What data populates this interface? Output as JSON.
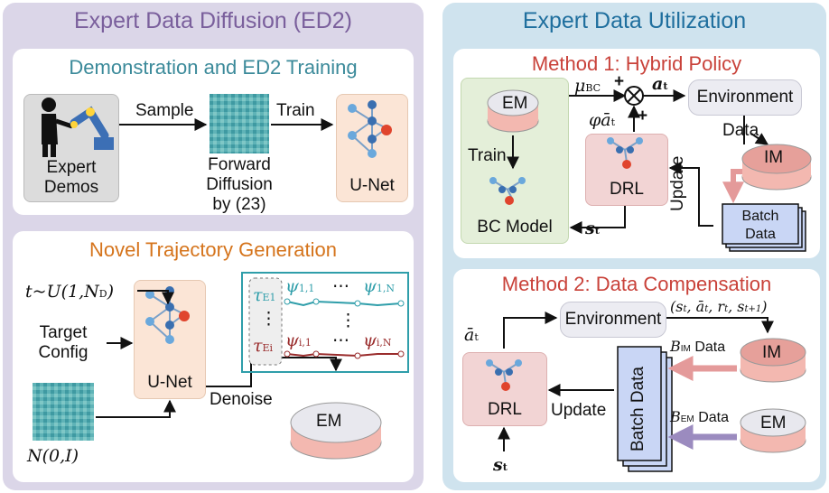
{
  "left": {
    "title": "Expert Data Diffusion (ED2)",
    "demo": {
      "title": "Demonstration and ED2 Training",
      "sample": "Sample",
      "train": "Train",
      "expert_demos": "Expert Demos",
      "forward_diffusion": "Forward Diffusion by (23)",
      "unet": "U-Net"
    },
    "novel": {
      "title": "Novel Trajectory Generation",
      "t_dist": "t~U(1,N",
      "t_sub": "D",
      "t_close": ")",
      "target_config": "Target Config",
      "unet": "U-Net",
      "denoise": "Denoise",
      "em": "EM",
      "noise": "N(0,I)",
      "tau_e1": "τ",
      "tau_e1_sub": "E1",
      "tau_ei": "τ",
      "tau_ei_sub": "Ei",
      "psi_11": "ψ",
      "psi_11_sub": "1,1",
      "psi_1n": "ψ",
      "psi_1n_sub": "1,N",
      "psi_i1": "ψ",
      "psi_i1_sub": "i,1",
      "psi_in": "ψ",
      "psi_in_sub": "i,N",
      "ellipsis": "⋯",
      "vdots": "⋮"
    }
  },
  "right": {
    "title": "Expert Data Utilization",
    "method1": {
      "title": "Method 1: Hybrid Policy",
      "em": "EM",
      "train": "Train",
      "bc_model": "BC Model",
      "drl": "DRL",
      "mu": "μ",
      "mu_sub": "BC",
      "a_t": "a",
      "a_sub": "t",
      "phi_a": "φā",
      "phi_sub": "t",
      "plus": "+",
      "environment": "Environment",
      "data": "Data",
      "im": "IM",
      "update": "Update",
      "batch": "Batch Data",
      "s_t": "s",
      "s_sub": "t"
    },
    "method2": {
      "title": "Method 2: Data Compensation",
      "environment": "Environment",
      "tuple": "(s",
      "tuple_rest": ", ā",
      "tuple_r": ", r",
      "tuple_s1": ", s",
      "tuple_end": ")",
      "abar": "ā",
      "abar_sub": "t",
      "drl": "DRL",
      "update": "Update",
      "batch": "Batch Data",
      "b_im": "B",
      "b_im_sub": "IM",
      "b_im_label": "Data",
      "b_em": "B",
      "b_em_sub": "EM",
      "b_em_label": "Data",
      "im": "IM",
      "em": "EM",
      "s_t": "s",
      "s_sub": "t"
    }
  },
  "colors": {
    "left_bg": "#dbd6e8",
    "right_bg": "#cfe3ee",
    "demo_title": "#3b8a9a",
    "novel_title": "#d5741c",
    "method_title": "#c9423a",
    "traj_teal": "#2f9eaa",
    "traj_red": "#9a2d2d"
  }
}
